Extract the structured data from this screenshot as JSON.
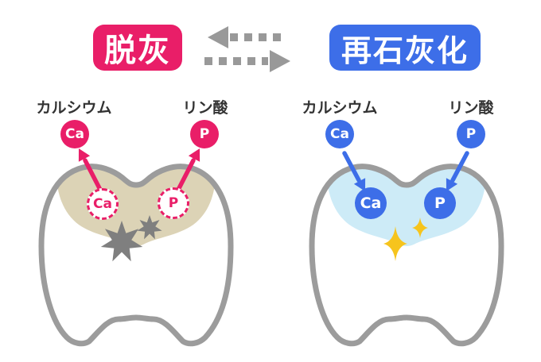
{
  "colors": {
    "pink": "#E91E68",
    "blue": "#3D6EE8",
    "lesion_tan": "#DCD3B6",
    "remineralized_blue": "#CDEBF7",
    "tooth_outline": "#9C9C9C",
    "exchange_arrow_gray": "#999999",
    "decay_star_gray": "#7F7F7F",
    "sparkle_yellow": "#F6C41D",
    "label_text": "#333333"
  },
  "header": {
    "demineralization_badge": "脱灰",
    "remineralization_badge": "再石灰化",
    "exchange_icons": [
      "dashed-arrow-left",
      "dashed-arrow-right"
    ]
  },
  "demineralization_panel": {
    "calcium_label": "カルシウム",
    "calcium_symbol": "Ca",
    "phosphate_label": "リン酸",
    "phosphate_symbol": "P",
    "dissolving_calcium_symbol": "Ca",
    "dissolving_phosphate_symbol": "P",
    "icons": [
      "mineral-out-arrow",
      "decay-burst-large",
      "decay-burst-small",
      "tooth-outline"
    ]
  },
  "remineralization_panel": {
    "calcium_label": "カルシウム",
    "calcium_symbol": "Ca",
    "phosphate_label": "リン酸",
    "phosphate_symbol": "P",
    "restored_calcium_symbol": "Ca",
    "restored_phosphate_symbol": "P",
    "icons": [
      "mineral-in-arrow",
      "sparkle-large",
      "sparkle-small",
      "tooth-outline"
    ]
  }
}
